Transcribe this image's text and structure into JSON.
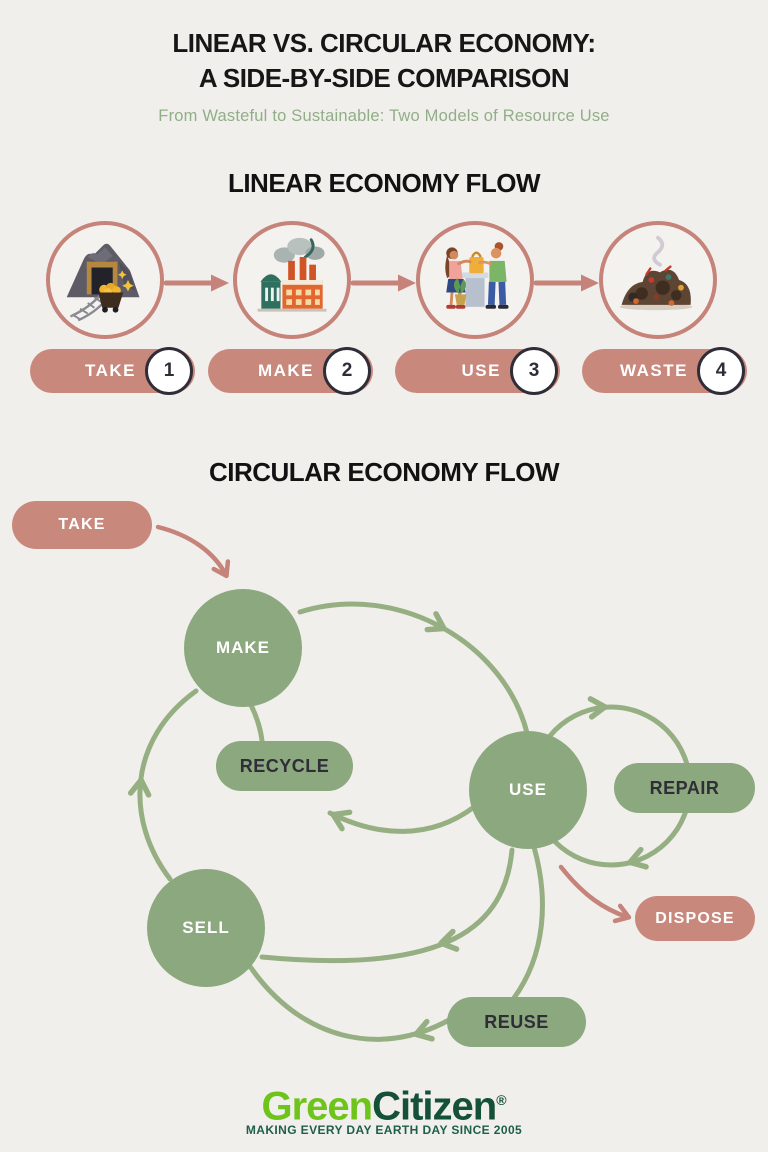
{
  "header": {
    "title_line1": "LINEAR VS. CIRCULAR ECONOMY:",
    "title_line2": "A SIDE-BY-SIDE COMPARISON",
    "subtitle": "From Wasteful to Sustainable: Two Models of Resource Use"
  },
  "linear_flow": {
    "heading": "LINEAR ECONOMY FLOW",
    "steps": [
      {
        "label": "TAKE",
        "number": "1",
        "icon": "mine-cart-icon"
      },
      {
        "label": "MAKE",
        "number": "2",
        "icon": "factory-icon"
      },
      {
        "label": "USE",
        "number": "3",
        "icon": "shopping-icon"
      },
      {
        "label": "WASTE",
        "number": "4",
        "icon": "waste-pile-icon"
      }
    ]
  },
  "circular_flow": {
    "heading": "CIRCULAR ECONOMY FLOW",
    "start_pill": "TAKE",
    "nodes": [
      {
        "label": "MAKE"
      },
      {
        "label": "USE"
      },
      {
        "label": "SELL"
      }
    ],
    "loop_pills": [
      {
        "label": "RECYCLE"
      },
      {
        "label": "REPAIR"
      },
      {
        "label": "REUSE"
      }
    ],
    "exit_pill": "DISPOSE"
  },
  "footer": {
    "logo_part1": "Green",
    "logo_part2": "Citizen",
    "registered_mark": "®",
    "tagline": "MAKING EVERY DAY EARTH DAY SINCE 2005"
  },
  "colors": {
    "background": "#f1efec",
    "rose": "#c9887c",
    "rose_stroke": "#c5837a",
    "green_node": "#8ca87e",
    "green_arc": "#96af82",
    "dark_text": "#2e2d38",
    "subtitle_green": "#92ae88",
    "logo_bright_green": "#6fc41c",
    "logo_dark_green": "#155039"
  }
}
